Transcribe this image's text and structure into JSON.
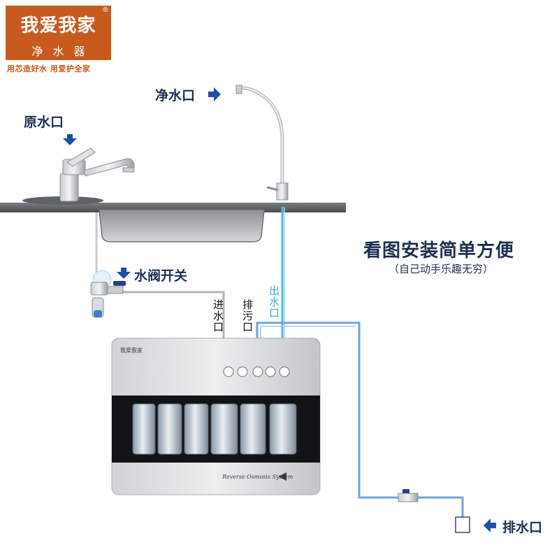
{
  "brand": {
    "name": "我爱我家",
    "registered": "®",
    "product": "净水器",
    "slogan": "用芯造好水 用爱护全家"
  },
  "labels": {
    "raw_water": "原水口",
    "pure_water": "净水口",
    "valve_switch": "水阀开关",
    "water_inlet": "进水口",
    "waste_outlet": "排污口",
    "water_outlet": "出水口",
    "drain": "排水口"
  },
  "headline": {
    "title": "看图安装简单方便",
    "subtitle": "（自己动手乐趣无穷）"
  },
  "device": {
    "brand_small": "我爱我家",
    "system_label": "Reverse Osmosis System",
    "filter_count": 6
  },
  "colors": {
    "brand_orange": "#c95a1e",
    "label_navy": "#1f2f52",
    "pipe_blue": "#6fa6d8",
    "outlet_cyan": "#4fb8e0"
  }
}
